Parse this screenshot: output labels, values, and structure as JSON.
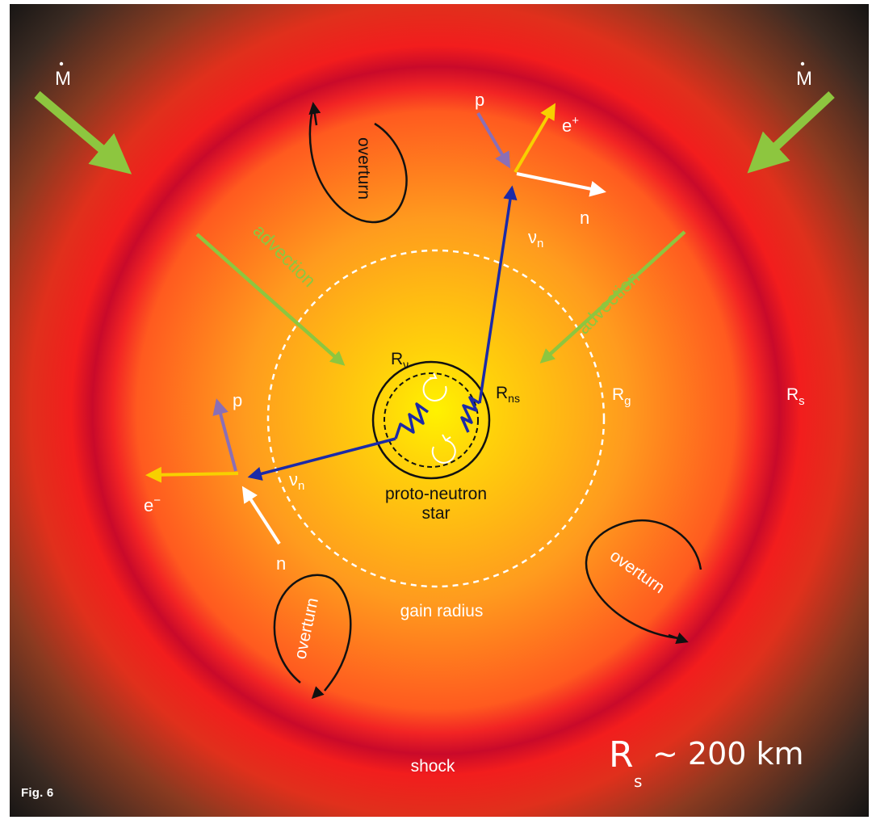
{
  "colors": {
    "core": "#fff200",
    "mid": "#ff9b1e",
    "shock_ring": "#c90a2a",
    "outer": "#ff3b1e",
    "vignette": "#121212",
    "neutrino": "#1b2aa8",
    "accretion_arrow": "#8dc63f",
    "proton_arrow": "#8b6fb5",
    "positron_arrow": "#f7d000"
  },
  "labels": {
    "mdot_left": "M",
    "mdot_right": "M",
    "advection_left": "advection",
    "advection_right": "advection",
    "overturn_top": "overturn",
    "overturn_right": "overturn",
    "overturn_bottom": "overturn",
    "p_top": "p",
    "eplus": "e",
    "eplus_sup": "+",
    "n_top": "n",
    "nu_top": "ν",
    "nu_top_sub": "n",
    "p_left": "p",
    "eminus": "e",
    "eminus_sup": "−",
    "n_left": "n",
    "nu_left": "ν",
    "nu_left_sub": "n",
    "r_nu": "R",
    "r_nu_sub": "ν",
    "r_ns": "R",
    "r_ns_sub": "ns",
    "r_g": "R",
    "r_g_sub": "g",
    "r_s": "R",
    "r_s_sub": "s",
    "pns_line1": "proto-neutron",
    "pns_line2": "star",
    "gain_radius": "gain radius",
    "shock": "shock",
    "fig": "Fig. 6"
  },
  "annotation": {
    "r": "R",
    "r_sub": "s",
    "value": "~ 200 km"
  },
  "icons": [
    "rotation-icon"
  ]
}
